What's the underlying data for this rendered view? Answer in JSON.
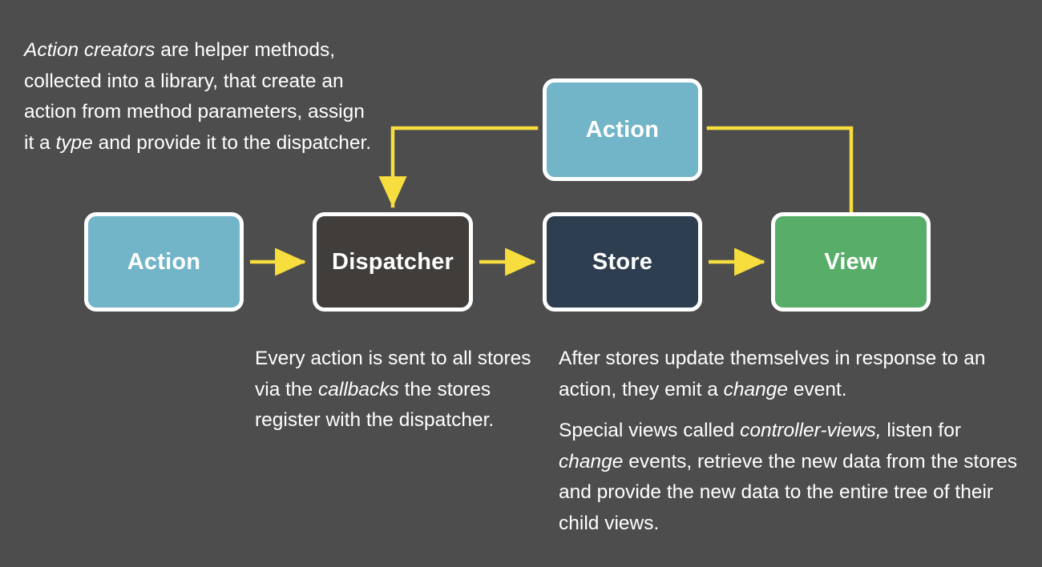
{
  "diagram": {
    "title": "Flux data flow diagram",
    "background_color": "#4d4d4d",
    "arrow_color": "#f7dd3d",
    "node_border_color": "#ffffff",
    "text_color": "#ffffff",
    "nodes": [
      {
        "id": "action-top",
        "label": "Action",
        "fill": "#72b4c8"
      },
      {
        "id": "action-left",
        "label": "Action",
        "fill": "#72b4c8"
      },
      {
        "id": "dispatcher",
        "label": "Dispatcher",
        "fill": "#403d3b"
      },
      {
        "id": "store",
        "label": "Store",
        "fill": "#2c3e50"
      },
      {
        "id": "view",
        "label": "View",
        "fill": "#58ae69"
      }
    ],
    "captions": {
      "action_creators": {
        "lead_italic": "Action creators",
        "rest": " are helper methods, collected into a library, that create an action from method parameters, assign it a ",
        "mid_italic": "type",
        "tail": " and provide it to the dispatcher."
      },
      "dispatcher": {
        "part1": "Every action is sent to all stores via the ",
        "italic": "callbacks",
        "part2": " the stores register with the dispatcher."
      },
      "store_view": {
        "para1_part1": "After stores update themselves in response to an action, they emit a ",
        "para1_italic": "change",
        "para1_part2": " event.",
        "para2_part1": "Special views called ",
        "para2_italic1": "controller-views,",
        "para2_part2": " listen for ",
        "para2_italic2": "change",
        "para2_part3": " events, retrieve the new data from the stores and provide the new data to the entire tree of their child views."
      }
    }
  }
}
